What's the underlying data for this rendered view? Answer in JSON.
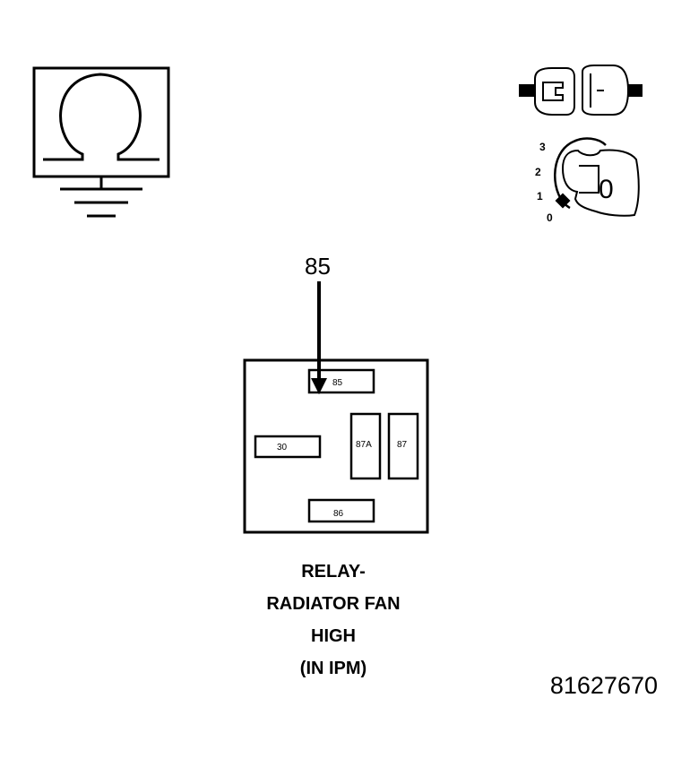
{
  "pin_callout": "85",
  "relay_pins": {
    "p85": "85",
    "p30": "30",
    "p87a": "87A",
    "p87": "87",
    "p86": "86"
  },
  "ignition_positions": [
    "3",
    "2",
    "1",
    "0"
  ],
  "ignition_key_label": "0",
  "caption": [
    "RELAY-",
    "RADIATOR FAN",
    "HIGH",
    "(IN IPM)"
  ],
  "document_number": "81627670",
  "icons": [
    "ohmmeter-ground-icon",
    "connector-icon",
    "ignition-key-icon"
  ]
}
